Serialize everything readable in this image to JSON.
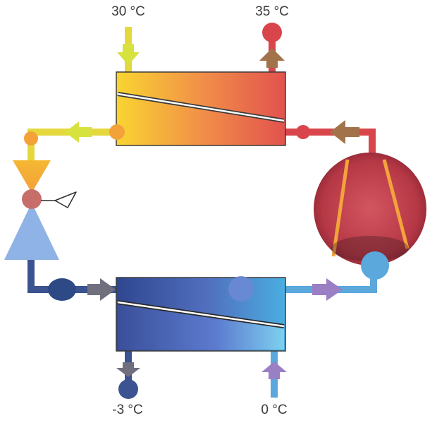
{
  "labels": {
    "condenser_inlet": "30 °C",
    "condenser_outlet": "35 °C",
    "evaporator_outlet": "-3 °C",
    "evaporator_inlet": "0 °C"
  },
  "colors": {
    "hot_pipe": "#d8464c",
    "warm_pipe": "#e4d83c",
    "cold_pipe": "#3b5390",
    "cool_pipe": "#5aa8dc",
    "condenser_gradient": [
      "#f9d531",
      "#f19048",
      "#e2524e"
    ],
    "evaporator_gradient": [
      "#2f4690",
      "#4f6bbd",
      "#4aaee1"
    ],
    "compressor": "#b63846",
    "brown_arrow": "#a2734a",
    "purple_arrow": "#9b7fc4"
  }
}
